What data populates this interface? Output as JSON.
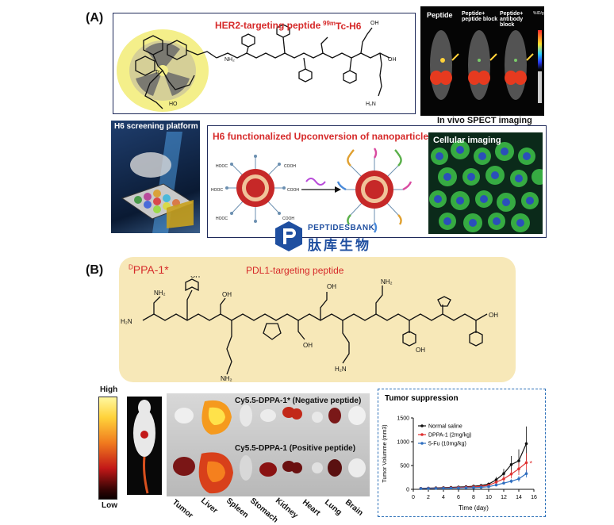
{
  "panelA": {
    "label": "(A)",
    "her2_title": "HER2-targeting peptide",
    "tc_label": "99mTc-H6",
    "tc_sup": "99m",
    "tc_main": "Tc-H6",
    "spect": {
      "titles": [
        "Peptide",
        "Peptide+ peptide block",
        "Peptide+ antibody block"
      ],
      "caption": "In vivo SPECT imaging",
      "scale_unit": "%ID/g"
    },
    "h6_platform": "H6 screening platform",
    "ucnp_title": "H6 functionalized Upconversion of nanoparticles",
    "cellular": "Cellular imaging",
    "cooh": "COOH",
    "hooc": "HOOC"
  },
  "logo": {
    "name": "PEPTIDESBANK",
    "chinese": "肽库生物"
  },
  "panelB": {
    "label": "(B)",
    "peptide_name_main": "PPA-1*",
    "peptide_name_sup": "D",
    "target": "PDL1-targeting peptide",
    "colorbar_high": "High",
    "colorbar_low": "Low",
    "neg_label": "Cy5.5-DPPA-1* (Negative peptide)",
    "pos_label": "Cy5.5-DPPA-1 (Positive peptide)",
    "organs": [
      "Tumor",
      "Liver",
      "Spleen",
      "Stomach",
      "Kidney",
      "Heart",
      "Lung",
      "Brain"
    ]
  },
  "chart_data": {
    "type": "line",
    "title": "Tumor suppression",
    "xlabel": "Time (day)",
    "ylabel": "Tumor Volumme (mm3)",
    "xlim": [
      0,
      16
    ],
    "ylim": [
      0,
      1500
    ],
    "xticks": [
      0,
      2,
      4,
      6,
      8,
      10,
      12,
      14,
      16
    ],
    "yticks": [
      0,
      500,
      1000,
      1500
    ],
    "annotation": "*",
    "legend_position": "top-left",
    "series": [
      {
        "name": "Normal saline",
        "color": "#111111",
        "x": [
          1,
          2,
          3,
          4,
          5,
          6,
          7,
          8,
          9,
          10,
          11,
          12,
          13,
          14,
          15
        ],
        "y": [
          20,
          25,
          30,
          35,
          40,
          48,
          55,
          65,
          80,
          110,
          200,
          330,
          520,
          600,
          960
        ],
        "err": [
          5,
          5,
          6,
          8,
          10,
          12,
          15,
          18,
          20,
          30,
          60,
          100,
          180,
          240,
          360
        ]
      },
      {
        "name": "DPPA-1 (2mg/kg)",
        "color": "#e03030",
        "x": [
          1,
          2,
          3,
          4,
          5,
          6,
          7,
          8,
          9,
          10,
          11,
          12,
          13,
          14,
          15
        ],
        "y": [
          18,
          22,
          25,
          28,
          32,
          38,
          45,
          52,
          62,
          85,
          150,
          220,
          320,
          430,
          560
        ],
        "err": [
          4,
          5,
          5,
          6,
          8,
          9,
          10,
          12,
          15,
          20,
          40,
          60,
          90,
          130,
          200
        ]
      },
      {
        "name": "5-Fu (10mg/kg)",
        "color": "#2f6fc0",
        "x": [
          1,
          2,
          3,
          4,
          5,
          6,
          7,
          8,
          9,
          10,
          11,
          12,
          13,
          14,
          15
        ],
        "y": [
          15,
          18,
          20,
          22,
          25,
          28,
          32,
          36,
          42,
          55,
          90,
          130,
          170,
          220,
          330
        ],
        "err": [
          3,
          4,
          4,
          5,
          5,
          6,
          7,
          8,
          10,
          12,
          20,
          30,
          40,
          60,
          80
        ]
      }
    ]
  },
  "colors": {
    "accent_red": "#d62a2a",
    "frame_navy": "#1f2a5a",
    "panel_beige": "#f7e8b8",
    "chart_border": "#2a6fb8"
  }
}
